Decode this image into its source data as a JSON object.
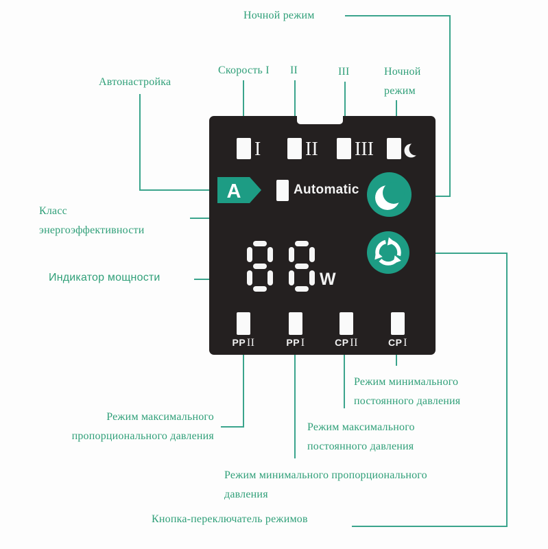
{
  "title": "Pump control panel diagram",
  "colors": {
    "accent_teal": "#1d9c84",
    "label_green": "#2f9f78",
    "line_green": "#3aa48c",
    "panel_black": "#242020",
    "led_white": "#fafafa"
  },
  "callouts": {
    "night_top": {
      "text": "Ночной режим"
    },
    "speed1": {
      "text": "Скорость I"
    },
    "speed2": {
      "text": "II"
    },
    "speed3": {
      "text": "III"
    },
    "night_side": {
      "line1": "Ночной",
      "line2": "режим"
    },
    "autotune": {
      "text": "Автонастройка"
    },
    "energy_class": {
      "line1": "Класс",
      "line2": "энергоэффективности"
    },
    "power_indicator": {
      "text": "Индикатор мощности"
    },
    "pp_max": {
      "line1": "Режим максимального",
      "line2": "пропорционального давления"
    },
    "pp_min": {
      "line1": "Режим минимального пропорционального",
      "line2": "давления"
    },
    "cp_max": {
      "line1": "Режим максимального",
      "line2": "постоянного давления"
    },
    "cp_min": {
      "line1": "Режим минимального",
      "line2": "постоянного давления"
    },
    "mode_switch": {
      "text": "Кнопка-переключатель режимов"
    }
  },
  "panel": {
    "speed_leds": [
      {
        "numeral": "I"
      },
      {
        "numeral": "II"
      },
      {
        "numeral": "III"
      },
      {
        "icon": "moon"
      }
    ],
    "auto_row": {
      "badge": "A",
      "label": "Automatic"
    },
    "display": {
      "value": "88",
      "unit": "W"
    },
    "mode_leds": [
      {
        "prefix": "PP",
        "numeral": "II"
      },
      {
        "prefix": "PP",
        "numeral": "I"
      },
      {
        "prefix": "CP",
        "numeral": "II"
      },
      {
        "prefix": "CP",
        "numeral": "I"
      }
    ]
  }
}
